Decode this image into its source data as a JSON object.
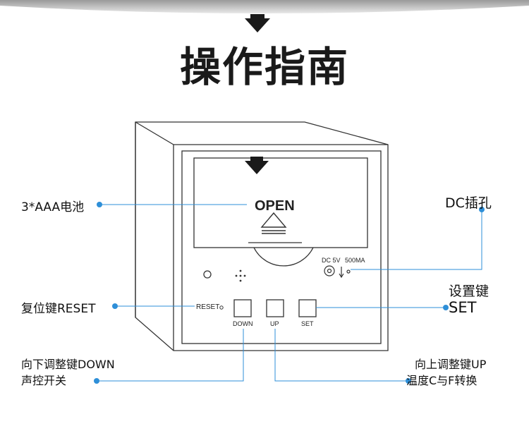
{
  "header": {
    "title": "操作指南"
  },
  "device": {
    "open_label": "OPEN",
    "dc_spec": "DC 5V",
    "dc_current": "500MA",
    "reset_label": "RESET",
    "buttons": [
      "DOWN",
      "UP",
      "SET"
    ]
  },
  "callouts": {
    "battery": "3*AAA电池",
    "dc_jack": "DC插孔",
    "set_line1": "设置键",
    "set_line2": "SET",
    "reset": "复位键RESET",
    "down_line1": "向下调整键DOWN",
    "down_line2": "声控开关",
    "up_line1": "向上调整键UP",
    "up_line2": "温度C与F转换"
  },
  "colors": {
    "leader": "#2e8fd8",
    "outline": "#333333"
  }
}
